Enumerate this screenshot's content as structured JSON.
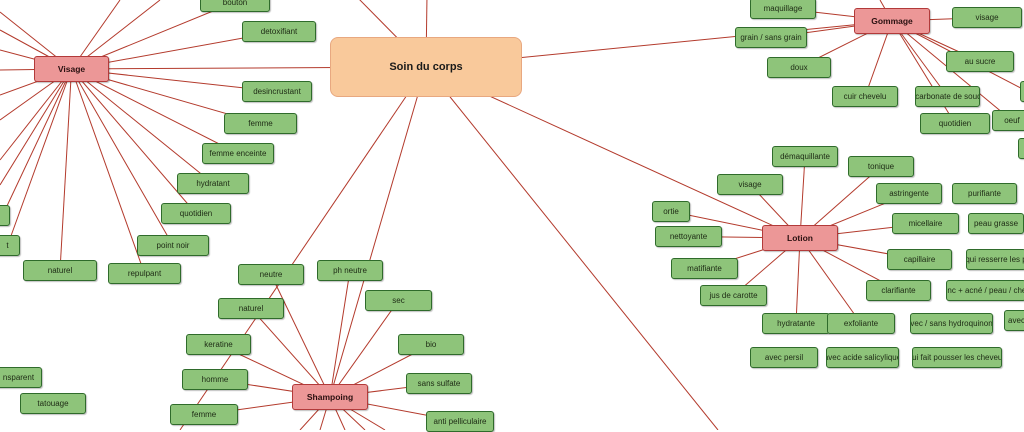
{
  "colors": {
    "edge": "#b33a2c",
    "leaf_fill": "#8ec47a",
    "leaf_border": "#2f6b2b",
    "hub_fill": "#ec9797",
    "hub_border": "#b23a3a",
    "root_fill": "#f9c99b"
  },
  "root": {
    "label": "Soin du corps"
  },
  "hubs": {
    "visage": {
      "label": "Visage"
    },
    "gommage": {
      "label": "Gommage"
    },
    "lotion": {
      "label": "Lotion"
    },
    "shampoing": {
      "label": "Shampoing"
    }
  },
  "leaves": {
    "visage": [
      "bouton",
      "detoxifiant",
      "desincrustant",
      "femme",
      "femme enceinte",
      "hydratant",
      "quotidien",
      "point noir",
      "repulpant",
      "naturel",
      "t"
    ],
    "gommage": [
      "maquillage",
      "grain / sans grain",
      "doux",
      "cuir chevelu",
      "visage",
      "au sucre",
      "bicarbonate de soude",
      "quotidien",
      "oeuf"
    ],
    "lotion": [
      "démaquillante",
      "visage",
      "ortie",
      "nettoyante",
      "matifiante",
      "jus de carotte",
      "hydratante",
      "exfoliante",
      "clarifiante",
      "capillaire",
      "micellaire",
      "astringente",
      "tonique"
    ],
    "shampoing": [
      "neutre",
      "naturel",
      "keratine",
      "homme",
      "femme",
      "ph neutre",
      "sec",
      "bio",
      "sans sulfate",
      "anti pelliculaire"
    ],
    "other": [
      "purifiante",
      "peau grasse",
      "qui resserre les p",
      "zinc + acné / peau / chev",
      "avec / sans hydroquinone",
      "avec",
      "avec persil",
      "avec acide salicylique",
      "qui fait pousser les cheveux",
      "nsparent",
      "tatouage"
    ]
  }
}
